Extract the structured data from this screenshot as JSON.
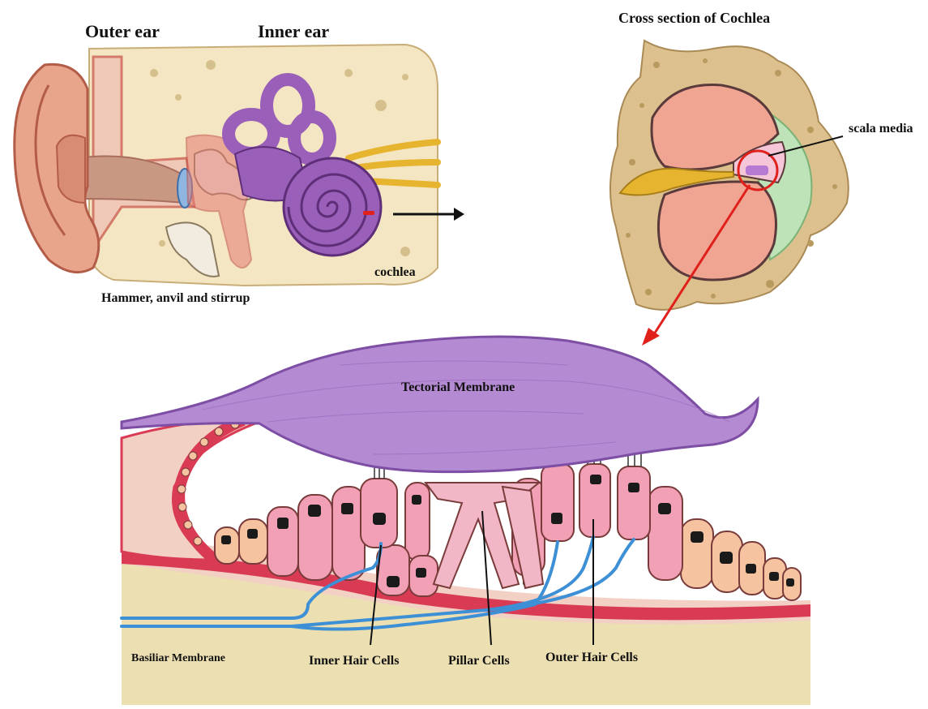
{
  "labels": {
    "outer_ear": "Outer ear",
    "inner_ear": "Inner ear",
    "cochlea": "cochlea",
    "ossicles": "Hammer, anvil and stirrup",
    "cross_section_title": "Cross section of Cochlea",
    "scala_media": "scala media",
    "tectorial_membrane": "Tectorial Membrane",
    "basilar_membrane": "Basiliar Membrane",
    "inner_hair_cells": "Inner Hair Cells",
    "pillar_cells": "Pillar Cells",
    "outer_hair_cells": "Outer Hair Cells"
  },
  "colors": {
    "skin": "#e8a58c",
    "skin_dark": "#c86e5a",
    "bone": "#d9c089",
    "bone_spot": "#b89a5e",
    "cochlea_purple": "#9a5fb8",
    "tectorial_purple": "#b48ad3",
    "cell_pink": "#f2a0b6",
    "cell_peach": "#f6c3a0",
    "nerve_blue": "#3d8fd6",
    "nerve_yellow": "#e6b42e",
    "membrane_red": "#d93a54",
    "pointer_red": "#e0201b",
    "chamber_salmon": "#f0a593",
    "scala_green": "#bfe3b8",
    "base_cream": "#ecdfb2"
  }
}
